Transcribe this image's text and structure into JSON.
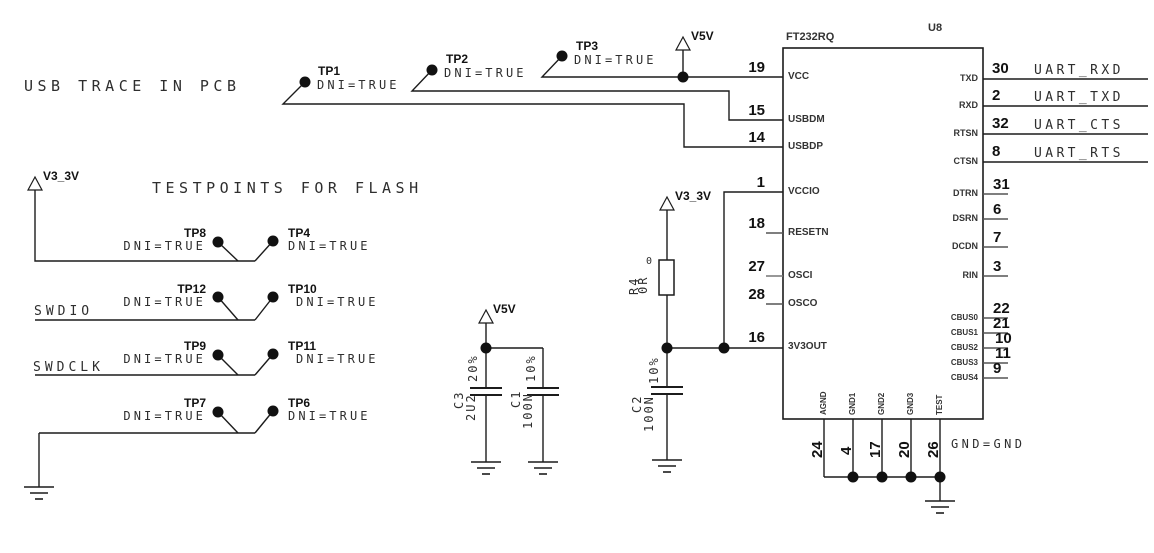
{
  "titles": {
    "usb_trace": "USB TRACE IN PCB",
    "testpoints_flash": "TESTPOINTS FOR FLASH",
    "gnd_eq": "GND=GND"
  },
  "power": {
    "v5v": "V5V",
    "v3_3v": "V3_3V"
  },
  "nets": {
    "swdio": "SWDIO",
    "swdclk": "SWDCLK",
    "uart_rxd": "UART_RXD",
    "uart_txd": "UART_TXD",
    "uart_cts": "UART_CTS",
    "uart_rts": "UART_RTS"
  },
  "testpoints": {
    "tp1": {
      "ref": "TP1",
      "dni": "DNI=TRUE"
    },
    "tp2": {
      "ref": "TP2",
      "dni": "DNI=TRUE"
    },
    "tp3": {
      "ref": "TP3",
      "dni": "DNI=TRUE"
    },
    "tp4": {
      "ref": "TP4",
      "dni": "DNI=TRUE"
    },
    "tp6": {
      "ref": "TP6",
      "dni": "DNI=TRUE"
    },
    "tp7": {
      "ref": "TP7",
      "dni": "DNI=TRUE"
    },
    "tp8": {
      "ref": "TP8",
      "dni": "DNI=TRUE"
    },
    "tp9": {
      "ref": "TP9",
      "dni": "DNI=TRUE"
    },
    "tp10": {
      "ref": "TP10",
      "dni": "DNI=TRUE"
    },
    "tp11": {
      "ref": "TP11",
      "dni": "DNI=TRUE"
    },
    "tp12": {
      "ref": "TP12",
      "dni": "DNI=TRUE"
    }
  },
  "chip": {
    "ref": "U8",
    "part": "FT232RQ",
    "left_pins": [
      {
        "num": "19",
        "name": "VCC"
      },
      {
        "num": "15",
        "name": "USBDM"
      },
      {
        "num": "14",
        "name": "USBDP"
      },
      {
        "num": "1",
        "name": "VCCIO"
      },
      {
        "num": "18",
        "name": "RESETN"
      },
      {
        "num": "27",
        "name": "OSCI"
      },
      {
        "num": "28",
        "name": "OSCO"
      },
      {
        "num": "16",
        "name": "3V3OUT"
      }
    ],
    "right_pins": [
      {
        "num": "30",
        "name": "TXD"
      },
      {
        "num": "2",
        "name": "RXD"
      },
      {
        "num": "32",
        "name": "RTSN"
      },
      {
        "num": "8",
        "name": "CTSN"
      },
      {
        "num": "31",
        "name": "DTRN"
      },
      {
        "num": "6",
        "name": "DSRN"
      },
      {
        "num": "7",
        "name": "DCDN"
      },
      {
        "num": "3",
        "name": "RIN"
      },
      {
        "num": "22",
        "name": "CBUS0"
      },
      {
        "num": "21",
        "name": "CBUS1"
      },
      {
        "num": "10",
        "name": "CBUS2"
      },
      {
        "num": "11",
        "name": "CBUS3"
      },
      {
        "num": "9",
        "name": "CBUS4"
      }
    ],
    "bottom_pins": [
      {
        "num": "24",
        "name": "AGND"
      },
      {
        "num": "4",
        "name": "GND1"
      },
      {
        "num": "17",
        "name": "GND2"
      },
      {
        "num": "20",
        "name": "GND3"
      },
      {
        "num": "26",
        "name": "TEST"
      }
    ]
  },
  "components": {
    "c3": {
      "ref": "C3",
      "value": "2U2",
      "tol": "20%"
    },
    "c1": {
      "ref": "C1",
      "value": "100N",
      "tol": "10%"
    },
    "c2": {
      "ref": "C2",
      "value": "100N",
      "tol": "10%"
    },
    "r4": {
      "ref": "R4",
      "value": "0R",
      "rating": "0"
    }
  }
}
